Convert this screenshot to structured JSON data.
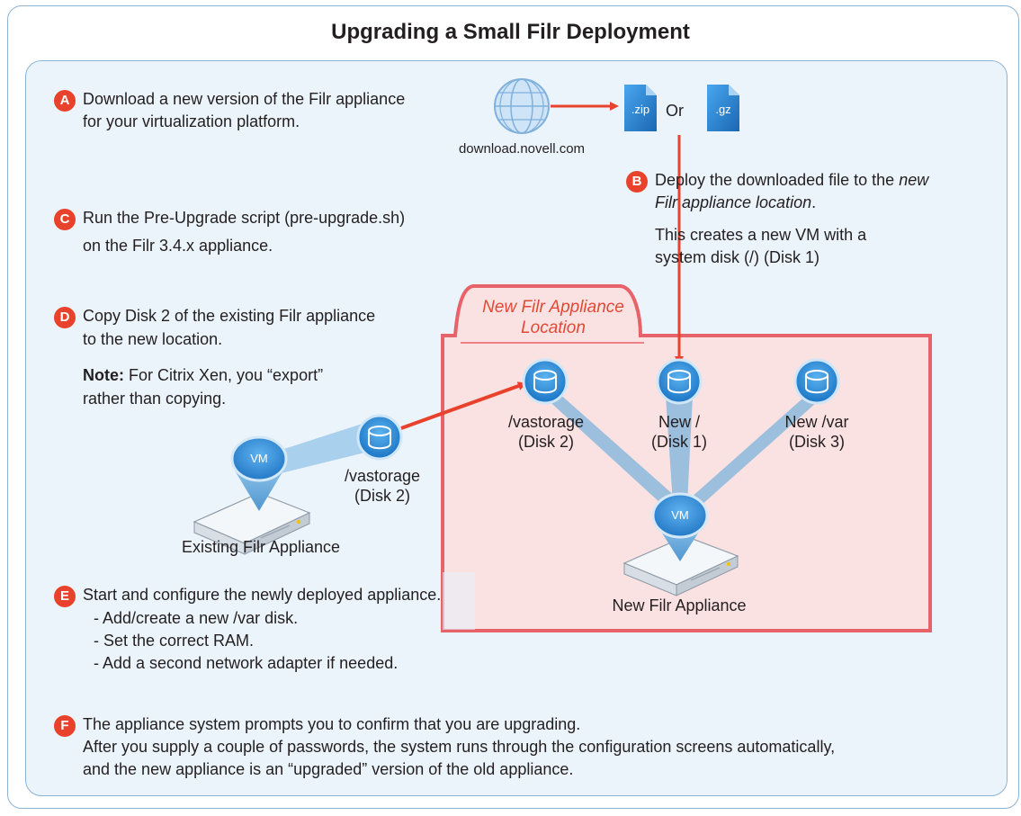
{
  "title": "Upgrading a Small Filr Deployment",
  "steps": {
    "a": {
      "badge": "A",
      "line1": "Download a new version of the Filr appliance",
      "line2": "for your virtualization platform."
    },
    "b": {
      "badge": "B",
      "line1_plain": "Deploy the downloaded file to the ",
      "line1_em": "new",
      "line2_em": "Filr appliance location",
      "line2_tail": ".",
      "line3": "This creates a new VM with a",
      "line4": "system disk (/) (Disk 1)"
    },
    "c": {
      "badge": "C",
      "line1": "Run the Pre-Upgrade script (pre-upgrade.sh)",
      "line2": "on the Filr 3.4.x appliance."
    },
    "d": {
      "badge": "D",
      "line1": "Copy Disk 2 of the existing Filr appliance",
      "line2": "to the new location.",
      "note_label": "Note:",
      "note_text": " For Citrix Xen, you “export”",
      "note_line2": "rather than copying."
    },
    "e": {
      "badge": "E",
      "line1": "Start and configure the newly deployed appliance.",
      "items": [
        "- Add/create a new /var disk.",
        "- Set the correct RAM.",
        "- Add a second network adapter if needed."
      ]
    },
    "f": {
      "badge": "F",
      "line1": "The appliance system prompts you to confirm that you are upgrading.",
      "line2": "After you supply a couple of passwords, the system runs through the configuration screens automatically,",
      "line3": "and the new appliance is an “upgraded” version of the old appliance."
    }
  },
  "download": {
    "site": "download.novell.com",
    "file1": ".zip",
    "or": "Or",
    "file2": ".gz"
  },
  "new_location": {
    "line1": "New Filr Appliance",
    "line2": "Location"
  },
  "disks": {
    "existing": {
      "line1": "/vastorage",
      "line2": "(Disk 2)"
    },
    "new_vastorage": {
      "line1": "/vastorage",
      "line2": "(Disk 2)"
    },
    "new_root": {
      "line1": "New /",
      "line2": "(Disk 1)"
    },
    "new_var": {
      "line1": "New /var",
      "line2": "(Disk 3)"
    }
  },
  "appliances": {
    "existing": "Existing Filr Appliance",
    "new": "New Filr Appliance",
    "vm": "VM"
  },
  "colors": {
    "accent": "#e8422c",
    "panel": "#ecf4fb",
    "border": "#8db3d3",
    "disk": "#2f8fd8",
    "location_box": "#fdeaea"
  }
}
